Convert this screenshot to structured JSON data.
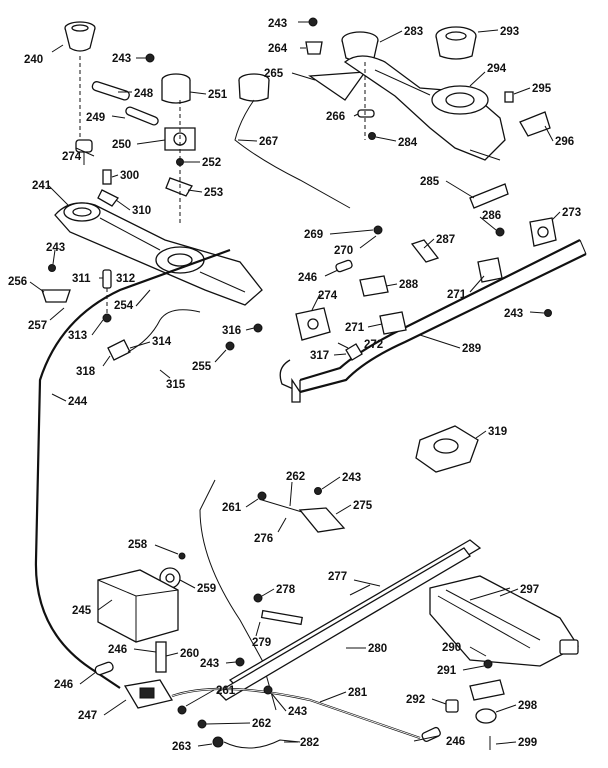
{
  "diagram": {
    "labels": [
      {
        "id": "240",
        "text": "240"
      },
      {
        "id": "243a",
        "text": "243"
      },
      {
        "id": "248",
        "text": "248"
      },
      {
        "id": "251",
        "text": "251"
      },
      {
        "id": "249",
        "text": "249"
      },
      {
        "id": "250",
        "text": "250"
      },
      {
        "id": "252",
        "text": "252"
      },
      {
        "id": "253",
        "text": "253"
      },
      {
        "id": "274a",
        "text": "274"
      },
      {
        "id": "300",
        "text": "300"
      },
      {
        "id": "241",
        "text": "241"
      },
      {
        "id": "310",
        "text": "310"
      },
      {
        "id": "243b",
        "text": "243"
      },
      {
        "id": "256",
        "text": "256"
      },
      {
        "id": "311",
        "text": "311"
      },
      {
        "id": "312",
        "text": "312"
      },
      {
        "id": "257",
        "text": "257"
      },
      {
        "id": "254",
        "text": "254"
      },
      {
        "id": "313",
        "text": "313"
      },
      {
        "id": "314",
        "text": "314"
      },
      {
        "id": "318",
        "text": "318"
      },
      {
        "id": "315",
        "text": "315"
      },
      {
        "id": "244",
        "text": "244"
      },
      {
        "id": "243c",
        "text": "243"
      },
      {
        "id": "264",
        "text": "264"
      },
      {
        "id": "265",
        "text": "265"
      },
      {
        "id": "267",
        "text": "267"
      },
      {
        "id": "283",
        "text": "283"
      },
      {
        "id": "293",
        "text": "293"
      },
      {
        "id": "294",
        "text": "294"
      },
      {
        "id": "295",
        "text": "295"
      },
      {
        "id": "266",
        "text": "266"
      },
      {
        "id": "284",
        "text": "284"
      },
      {
        "id": "296",
        "text": "296"
      },
      {
        "id": "285",
        "text": "285"
      },
      {
        "id": "286",
        "text": "286"
      },
      {
        "id": "273",
        "text": "273"
      },
      {
        "id": "269",
        "text": "269"
      },
      {
        "id": "270",
        "text": "270"
      },
      {
        "id": "287",
        "text": "287"
      },
      {
        "id": "246a",
        "text": "246"
      },
      {
        "id": "288",
        "text": "288"
      },
      {
        "id": "271a",
        "text": "271"
      },
      {
        "id": "274b",
        "text": "274"
      },
      {
        "id": "243d",
        "text": "243"
      },
      {
        "id": "316",
        "text": "316"
      },
      {
        "id": "271b",
        "text": "271"
      },
      {
        "id": "255",
        "text": "255"
      },
      {
        "id": "272",
        "text": "272"
      },
      {
        "id": "317",
        "text": "317"
      },
      {
        "id": "289",
        "text": "289"
      },
      {
        "id": "319",
        "text": "319"
      },
      {
        "id": "262a",
        "text": "262"
      },
      {
        "id": "243e",
        "text": "243"
      },
      {
        "id": "261a",
        "text": "261"
      },
      {
        "id": "275",
        "text": "275"
      },
      {
        "id": "276",
        "text": "276"
      },
      {
        "id": "258",
        "text": "258"
      },
      {
        "id": "277",
        "text": "277"
      },
      {
        "id": "259",
        "text": "259"
      },
      {
        "id": "278",
        "text": "278"
      },
      {
        "id": "297",
        "text": "297"
      },
      {
        "id": "245",
        "text": "245"
      },
      {
        "id": "290",
        "text": "290"
      },
      {
        "id": "246b",
        "text": "246"
      },
      {
        "id": "260",
        "text": "260"
      },
      {
        "id": "279",
        "text": "279"
      },
      {
        "id": "280",
        "text": "280"
      },
      {
        "id": "243f",
        "text": "243"
      },
      {
        "id": "291",
        "text": "291"
      },
      {
        "id": "246c",
        "text": "246"
      },
      {
        "id": "261b",
        "text": "261"
      },
      {
        "id": "281",
        "text": "281"
      },
      {
        "id": "247",
        "text": "247"
      },
      {
        "id": "243g",
        "text": "243"
      },
      {
        "id": "292",
        "text": "292"
      },
      {
        "id": "298",
        "text": "298"
      },
      {
        "id": "262b",
        "text": "262"
      },
      {
        "id": "246d",
        "text": "246"
      },
      {
        "id": "263",
        "text": "263"
      },
      {
        "id": "282",
        "text": "282"
      },
      {
        "id": "299",
        "text": "299"
      }
    ]
  }
}
